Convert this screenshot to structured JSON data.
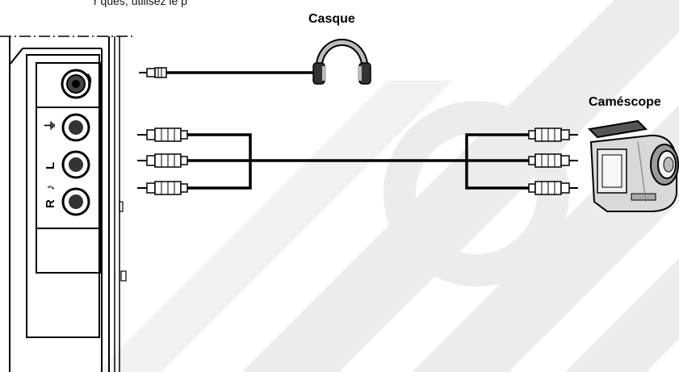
{
  "caption_fragment": "r            ques, utilisez le p",
  "labels": {
    "headphones": "Casque",
    "camcorder": "Caméscope"
  },
  "panel_markings": {
    "video_jack": "⏚",
    "left_audio": "L",
    "audio_symbol": "♪",
    "right_audio": "R"
  },
  "colors": {
    "line": "#000000",
    "watermark": "#e6e6e6",
    "plug_body": "#ffffff",
    "jack_ring": "#555555"
  },
  "icons": [
    "headphones-icon",
    "camcorder-icon",
    "rca-plug-icon",
    "headphone-jack-icon"
  ]
}
